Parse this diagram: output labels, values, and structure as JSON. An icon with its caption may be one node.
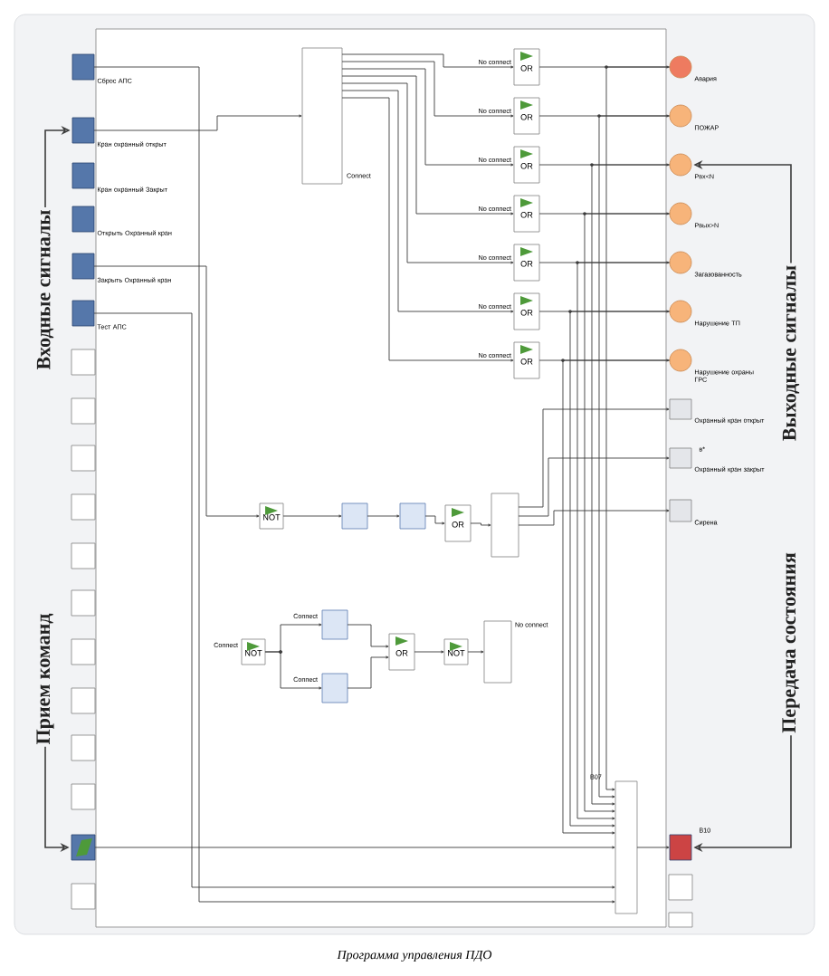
{
  "diagram": {
    "caption": "Программа управления ПДО",
    "nodes": [
      {
        "text": [
          "Сброс АПС"
        ]
      },
      {
        "text": [
          "Кран охранный открыт"
        ]
      },
      {
        "text": [
          "Кран охранный Закрыт"
        ]
      },
      {
        "text": [
          "Открыть Охранный кран"
        ]
      },
      {
        "text": [
          "Закрыть Охранный кран"
        ]
      },
      {
        "text": [
          "Тест АПС"
        ]
      },
      {
        "text": [],
        "shape": "box"
      },
      {
        "text": [],
        "shape": "box"
      },
      {
        "text": [],
        "shape": "box"
      },
      {
        "text": [],
        "shape": "box"
      },
      {
        "text": [],
        "shape": "box"
      },
      {
        "text": [],
        "shape": "box"
      },
      {
        "text": [],
        "shape": "box"
      },
      {
        "text": [],
        "shape": "box"
      },
      {
        "text": [],
        "shape": "box"
      },
      {
        "text": [],
        "shape": "box"
      },
      {
        "text": [],
        "shape": "picture"
      },
      {
        "text": [],
        "shape": "box"
      },
      {
        "text": [
          "Авария"
        ]
      },
      {
        "text": [
          "ПОЖАР"
        ]
      },
      {
        "text": [
          "Рвх<N"
        ]
      },
      {
        "text": [
          "Рвых>N"
        ]
      },
      {
        "text": [
          "Загазованность"
        ]
      },
      {
        "text": [
          "Нарушение ТП"
        ]
      },
      {
        "text": [
          "Нарушение охраны ГРС"
        ]
      },
      {
        "text": [
          "Охранный кран открыт"
        ]
      },
      {
        "text": [
          "Охранный кран закрыт"
        ]
      },
      {
        "text": [
          "Сирена"
        ]
      },
      {
        "text": [
          "B10"
        ]
      },
      {
        "text": [],
        "shape": "box"
      },
      {
        "text": [],
        "shape": "box"
      },
      {
        "text": [],
        "shape": "box",
        "beside": [
          "Connect"
        ]
      },
      {
        "text": [
          "OR"
        ],
        "beside": [
          "No connect"
        ]
      },
      {
        "text": [
          "OR"
        ],
        "beside": [
          "No connect"
        ]
      },
      {
        "text": [
          "OR"
        ],
        "beside": [
          "No connect"
        ]
      },
      {
        "text": [
          "OR"
        ],
        "beside": [
          "No connect"
        ]
      },
      {
        "text": [
          "OR"
        ],
        "beside": [
          "No connect"
        ]
      },
      {
        "text": [
          "OR"
        ],
        "beside": [
          "No connect"
        ]
      },
      {
        "text": [
          "OR"
        ],
        "beside": [
          "No connect"
        ]
      },
      {
        "text": [
          "NOT"
        ]
      },
      {
        "text": [],
        "shape": "box"
      },
      {
        "text": [],
        "shape": "box"
      },
      {
        "text": [
          "OR"
        ]
      },
      {
        "text": [],
        "shape": "box"
      },
      {
        "text": [
          "NOT"
        ],
        "beside": [
          "Connect"
        ]
      },
      {
        "text": [],
        "shape": "box",
        "beside": [
          "Connect"
        ]
      },
      {
        "text": [],
        "shape": "box",
        "beside": [
          "Connect"
        ]
      },
      {
        "text": [
          "OR"
        ]
      },
      {
        "text": [
          "NOT"
        ]
      },
      {
        "text": [],
        "shape": "box",
        "beside": [
          "No connect"
        ]
      },
      {
        "text": [
          "B07"
        ]
      },
      {
        "text": [
          "Входные сигналы"
        ]
      },
      {
        "text": [
          "Прием команд"
        ]
      },
      {
        "text": [
          "Выходные сигналы"
        ]
      },
      {
        "text": [
          "Передача состояния"
        ]
      }
    ],
    "edges": [
      {
        "from": 31,
        "to": 32,
        "arrow": "to"
      },
      {
        "from": 31,
        "to": 33,
        "arrow": "to"
      },
      {
        "from": 31,
        "to": 34,
        "arrow": "to"
      },
      {
        "from": 31,
        "to": 35,
        "arrow": "to"
      },
      {
        "from": 31,
        "to": 36,
        "arrow": "to"
      },
      {
        "from": 31,
        "to": 37,
        "arrow": "to"
      },
      {
        "from": 31,
        "to": 38,
        "arrow": "to"
      },
      {
        "from": 32,
        "to": 18,
        "arrow": "to"
      },
      {
        "from": 33,
        "to": 19,
        "arrow": "to"
      },
      {
        "from": 34,
        "to": 20,
        "arrow": "to"
      },
      {
        "from": 35,
        "to": 21,
        "arrow": "to"
      },
      {
        "from": 36,
        "to": 22,
        "arrow": "to"
      },
      {
        "from": 37,
        "to": 23,
        "arrow": "to"
      },
      {
        "from": 38,
        "to": 24,
        "arrow": "to"
      },
      {
        "from": 18,
        "to": 50,
        "arrow": "to"
      },
      {
        "from": 19,
        "to": 50,
        "arrow": "to"
      },
      {
        "from": 20,
        "to": 50,
        "arrow": "to"
      },
      {
        "from": 21,
        "to": 50,
        "arrow": "to"
      },
      {
        "from": 22,
        "to": 50,
        "arrow": "to"
      },
      {
        "from": 23,
        "to": 50,
        "arrow": "to"
      },
      {
        "from": 24,
        "to": 50,
        "arrow": "to"
      },
      {
        "from": 1,
        "to": 31,
        "arrow": "to"
      },
      {
        "from": 4,
        "to": 39,
        "arrow": "to"
      },
      {
        "from": 39,
        "to": 40,
        "arrow": "to"
      },
      {
        "from": 40,
        "to": 41,
        "arrow": "to"
      },
      {
        "from": 41,
        "to": 42,
        "arrow": "to"
      },
      {
        "from": 42,
        "to": 43,
        "arrow": "to"
      },
      {
        "from": 43,
        "to": 25,
        "arrow": "to"
      },
      {
        "from": 43,
        "to": 26,
        "arrow": "to"
      },
      {
        "from": 43,
        "to": 27,
        "arrow": "to"
      },
      {
        "from": 44,
        "to": 45,
        "arrow": "to"
      },
      {
        "from": 44,
        "to": 46,
        "arrow": "to"
      },
      {
        "from": 45,
        "to": 47,
        "arrow": "to"
      },
      {
        "from": 46,
        "to": 47,
        "arrow": "to"
      },
      {
        "from": 47,
        "to": 48,
        "arrow": "to"
      },
      {
        "from": 48,
        "to": 49,
        "arrow": "to"
      },
      {
        "from": 16,
        "to": 50,
        "arrow": "to"
      },
      {
        "from": 50,
        "to": 28,
        "arrow": "to"
      },
      {
        "from": 0,
        "to": 50,
        "arrow": "to"
      },
      {
        "from": 5,
        "to": 50,
        "arrow": "to"
      },
      {
        "from": 51,
        "to": 1,
        "arrow": "to"
      },
      {
        "from": 52,
        "to": 16,
        "arrow": "to"
      },
      {
        "from": 53,
        "to": 20,
        "arrow": "to"
      },
      {
        "from": 54,
        "to": 28,
        "arrow": "to"
      }
    ],
    "labels": [
      "в*"
    ]
  }
}
